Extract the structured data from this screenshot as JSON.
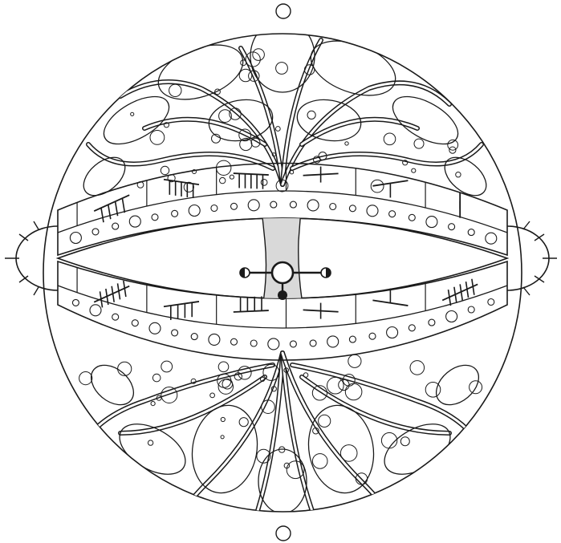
{
  "artwork": {
    "subject": "tree-of-life-mandala",
    "style": "black-ink-line-drawing",
    "ink_color": "#1a1a1a",
    "paper_color": "#ffffff",
    "trunk_shade": "#d9d9d9",
    "upper_band_glyph_groups": [
      {
        "stem": "diagonal",
        "strokes": 4,
        "side": "below"
      },
      {
        "stem": "horizontal",
        "strokes": 5,
        "side": "below"
      },
      {
        "stem": "horizontal",
        "strokes": 5,
        "side": "below"
      },
      {
        "stem": "horizontal",
        "strokes": 1,
        "side": "through"
      },
      {
        "stem": "horizontal",
        "strokes": 1,
        "side": "below"
      },
      {
        "stem": "vertical",
        "strokes": 2,
        "side": "through"
      }
    ],
    "lower_band_glyph_groups": [
      {
        "stem": "diagonal",
        "strokes": 5,
        "side": "through"
      },
      {
        "stem": "horizontal",
        "strokes": 4,
        "side": "below"
      },
      {
        "stem": "horizontal",
        "strokes": 4,
        "side": "above"
      },
      {
        "stem": "horizontal",
        "strokes": 1,
        "side": "through"
      },
      {
        "stem": "horizontal",
        "strokes": 1,
        "side": "above"
      },
      {
        "stem": "diagonal",
        "strokes": 5,
        "side": "through"
      }
    ],
    "center_symbol": {
      "left_dot": "half-filled",
      "right_dot": "half-filled",
      "bottom_dot": "filled",
      "center_ring": "open"
    }
  }
}
